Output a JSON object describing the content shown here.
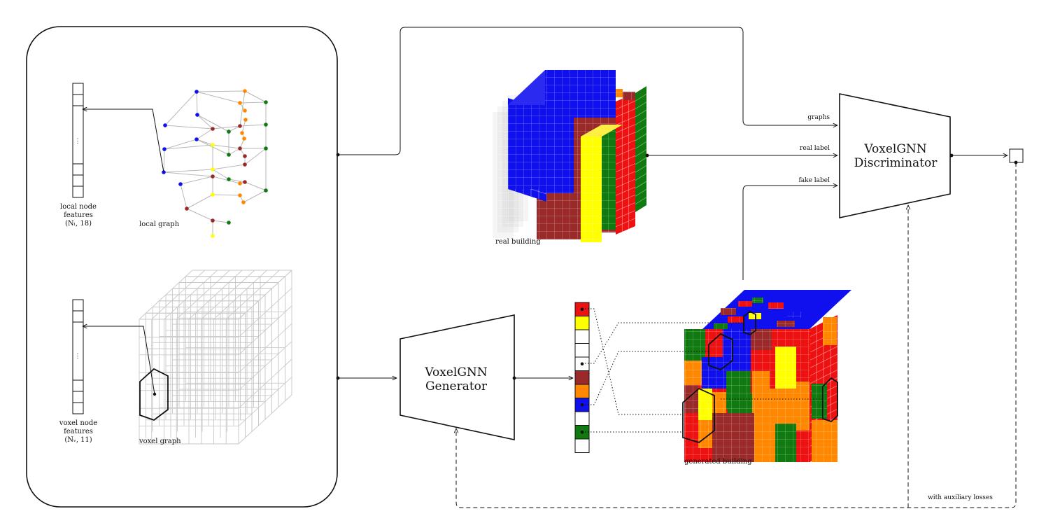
{
  "labels": {
    "local_node_features": [
      "local node",
      "features",
      "(Nₗ, 18)"
    ],
    "local_graph": "local graph",
    "voxel_node_features": [
      "voxel node",
      "features",
      "(Nᵥ, 11)"
    ],
    "voxel_graph": "voxel graph",
    "real_building": "real building",
    "generated_building": "generated building",
    "generator": [
      "VoxelGNN",
      "Generator"
    ],
    "discriminator": [
      "VoxelGNN",
      "Discriminator"
    ],
    "edge_graphs": "graphs",
    "edge_real_label": "real label",
    "edge_fake_label": "fake label",
    "edge_auxiliary": "with auxiliary losses",
    "vector_ellipsis": "⋮"
  },
  "colors": {
    "blue": "#1010ee",
    "red": "#ee1111",
    "yellow": "#ffff00",
    "green": "#107a10",
    "brown": "#9a2a2a",
    "orange": "#ff8800",
    "white": "#ffffff",
    "line": "#111111",
    "grid": "#bbbbbb"
  },
  "output_vector_cells": [
    "red",
    "yellow",
    "white",
    "white",
    "white",
    "brown",
    "orange",
    "blue",
    "white",
    "green",
    "white"
  ]
}
